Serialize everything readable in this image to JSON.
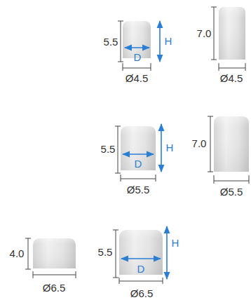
{
  "diagram": {
    "labels": [
      "5.5",
      "H",
      "D",
      "Ø4.5",
      "7.0",
      "Ø4.5",
      "5.5",
      "H",
      "D",
      "7.0",
      "Ø5.5",
      "Ø5.5",
      "4.0",
      "5.5",
      "H",
      "D",
      "Ø6.5",
      "Ø6.5"
    ]
  }
}
